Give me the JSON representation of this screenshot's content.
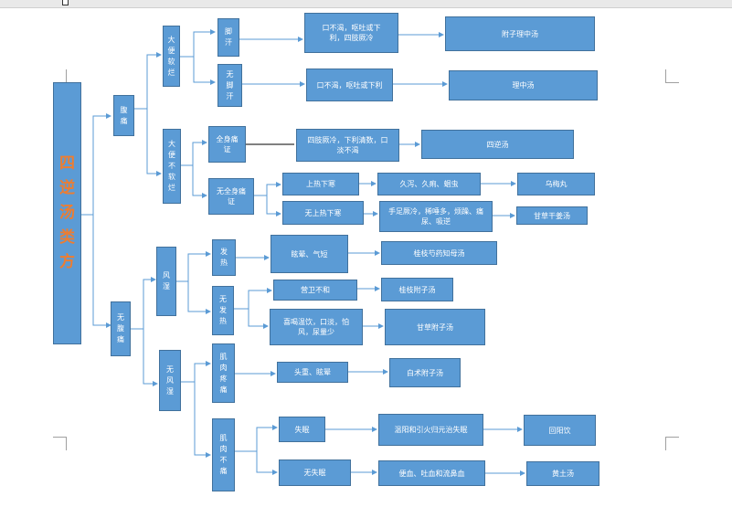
{
  "colors": {
    "box": "#5b9bd5",
    "border": "#41719c",
    "text": "#ffffff",
    "root_text": "#ed7d31",
    "line": "#5b9bd5"
  },
  "root": "四逆汤类方",
  "nodes": {
    "abdominal_pain": "腹痛",
    "no_abdominal_pain": "无腹痛",
    "loose_stool": "大便软烂",
    "not_loose_stool": "大便不软烂",
    "foot_sweat": "脚汗",
    "no_foot_sweat": "无脚汗",
    "symptom_no_thirst_cold": "口不渴，呕吐或下利，四肢厥冷",
    "symptom_no_thirst": "口不渴，呕吐或下利",
    "formula_fuzi_lizhong": "附子理中汤",
    "formula_lizhong": "理中汤",
    "whole_body": "全身痛证",
    "symptom_sini": "四肢厥冷，下利清数，口淡不渴",
    "formula_sini": "四逆汤",
    "not_whole_body": "无全身痛证",
    "upper_heat_lower_cold": "上热下寒",
    "symptom_wumei": "久泻、久痢、蛔虫",
    "formula_wumei": "乌梅丸",
    "no_upper_heat": "无上热下寒",
    "symptom_gancao_ganjiang": "手足厥冷，稀唾多，烦躁、痛尿、吸逆",
    "formula_gancao_ganjiang": "甘草干姜汤",
    "wind_damp": "风湿",
    "fever": "发热",
    "symptom_guizhi_shaoyao": "眩晕、气短",
    "formula_guizhi_shaoyao": "桂枝芍药知母汤",
    "no_fever": "无发热",
    "symptom_yingwei": "营卫不和",
    "formula_guizhi_fuzi": "桂枝附子汤",
    "symptom_gancao_fuzi": "喜喝温饮，口淡，怕风，尿量少",
    "formula_gancao_fuzi": "甘草附子汤",
    "no_wind_damp": "无风湿",
    "muscle_pain": "肌肉疼痛",
    "symptom_baizhu": "头重、眩晕",
    "formula_baizhu": "白术附子汤",
    "no_muscle_pain": "肌肉不痛",
    "insomnia": "失眠",
    "symptom_huiyang": "温阳和引火归元治失眠",
    "formula_huiyang": "回阳饮",
    "no_insomnia": "无失眠",
    "symptom_huangtu": "便血、吐血和流鼻血",
    "formula_huangtu": "黄土汤"
  }
}
